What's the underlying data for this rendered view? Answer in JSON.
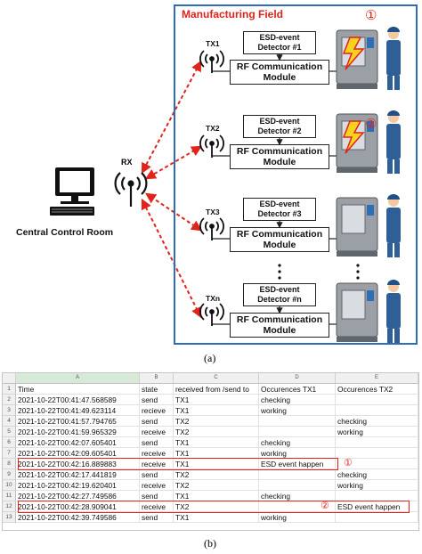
{
  "diagram": {
    "field_title": "Manufacturing Field",
    "rx_label": "RX",
    "control_room_label": "Central Control Room",
    "caption_a": "(a)",
    "caption_b": "(b)",
    "vertical_dots": "⋮",
    "units": [
      {
        "tx": "TX1",
        "detector": "ESD-event\nDetector #1",
        "module": "RF Communication\nModule",
        "marker": "①",
        "esd_event": true
      },
      {
        "tx": "TX2",
        "detector": "ESD-event\nDetector #2",
        "module": "RF Communication\nModule",
        "marker": "②",
        "esd_event": true
      },
      {
        "tx": "TX3",
        "detector": "ESD-event\nDetector #3",
        "module": "RF Communication\nModule",
        "marker": "",
        "esd_event": false
      },
      {
        "tx": "TXn",
        "detector": "ESD-event\nDetector #n",
        "module": "RF Communication\nModule",
        "marker": "",
        "esd_event": false
      }
    ],
    "colors": {
      "field_border": "#2f6db5",
      "accent_red": "#e0231b",
      "machine": "#9aa0a6"
    }
  },
  "sheet": {
    "col_letters": [
      "A",
      "B",
      "C",
      "D",
      "E"
    ],
    "headers": [
      "Time",
      "state",
      "received from /send to",
      "Occurences TX1",
      "Occurences TX2"
    ],
    "rows": [
      [
        "2021-10-22T00:41:47.568589",
        "send",
        "TX1",
        "checking",
        ""
      ],
      [
        "2021-10-22T00:41:49.623114",
        "recieve",
        "TX1",
        "working",
        ""
      ],
      [
        "2021-10-22T00:41:57.794765",
        "send",
        "TX2",
        "",
        "checking"
      ],
      [
        "2021-10-22T00:41:59.965329",
        "receive",
        "TX2",
        "",
        "working"
      ],
      [
        "2021-10-22T00:42:07.605401",
        "send",
        "TX1",
        "checking",
        ""
      ],
      [
        "2021-10-22T00:42:09.605401",
        "receive",
        "TX1",
        "working",
        ""
      ],
      [
        "2021-10-22T00:42:16.889883",
        "receive",
        "TX1",
        "ESD event happen",
        ""
      ],
      [
        "2021-10-22T00:42:17.441819",
        "send",
        "TX2",
        "",
        "checking"
      ],
      [
        "2021-10-22T00:42:19.620401",
        "receive",
        "TX2",
        "",
        "working"
      ],
      [
        "2021-10-22T00:42:27.749586",
        "send",
        "TX1",
        "checking",
        ""
      ],
      [
        "2021-10-22T00:42:28.909041",
        "receive",
        "TX2",
        "",
        "ESD event happen"
      ],
      [
        "2021-10-22T00:42:39.749586",
        "send",
        "TX1",
        "working",
        ""
      ]
    ],
    "highlight_markers": [
      "①",
      "②"
    ]
  }
}
